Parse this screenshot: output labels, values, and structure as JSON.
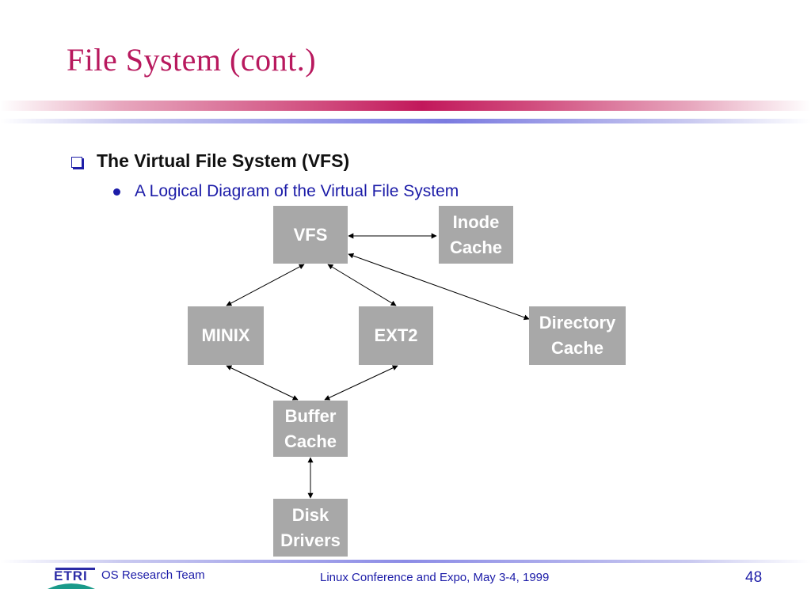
{
  "slide": {
    "title": "File System (cont.)",
    "bullet1": "The Virtual File System (VFS)",
    "bullet2": "A Logical Diagram of the Virtual File System"
  },
  "diagram": {
    "nodes": {
      "vfs": [
        "VFS"
      ],
      "inode_cache": [
        "Inode",
        "Cache"
      ],
      "minix": [
        "MINIX"
      ],
      "ext2": [
        "EXT2"
      ],
      "directory_cache": [
        "Directory",
        "Cache"
      ],
      "buffer_cache": [
        "Buffer",
        "Cache"
      ],
      "disk_drivers": [
        "Disk",
        "Drivers"
      ]
    },
    "edges": [
      [
        "vfs",
        "inode_cache",
        "bidirectional"
      ],
      [
        "vfs",
        "minix",
        "bidirectional"
      ],
      [
        "vfs",
        "ext2",
        "bidirectional"
      ],
      [
        "vfs",
        "directory_cache",
        "bidirectional"
      ],
      [
        "minix",
        "buffer_cache",
        "bidirectional"
      ],
      [
        "ext2",
        "buffer_cache",
        "bidirectional"
      ],
      [
        "buffer_cache",
        "disk_drivers",
        "bidirectional"
      ]
    ]
  },
  "footer": {
    "team": "OS Research Team",
    "conference": "Linux Conference and Expo, May 3-4, 1999",
    "page_number": "48",
    "logo_text": "ETRI"
  },
  "colors": {
    "title": "#b8195e",
    "text_blue": "#1c1ca8",
    "box_fill": "#a8a8a8",
    "box_text": "#ffffff"
  }
}
